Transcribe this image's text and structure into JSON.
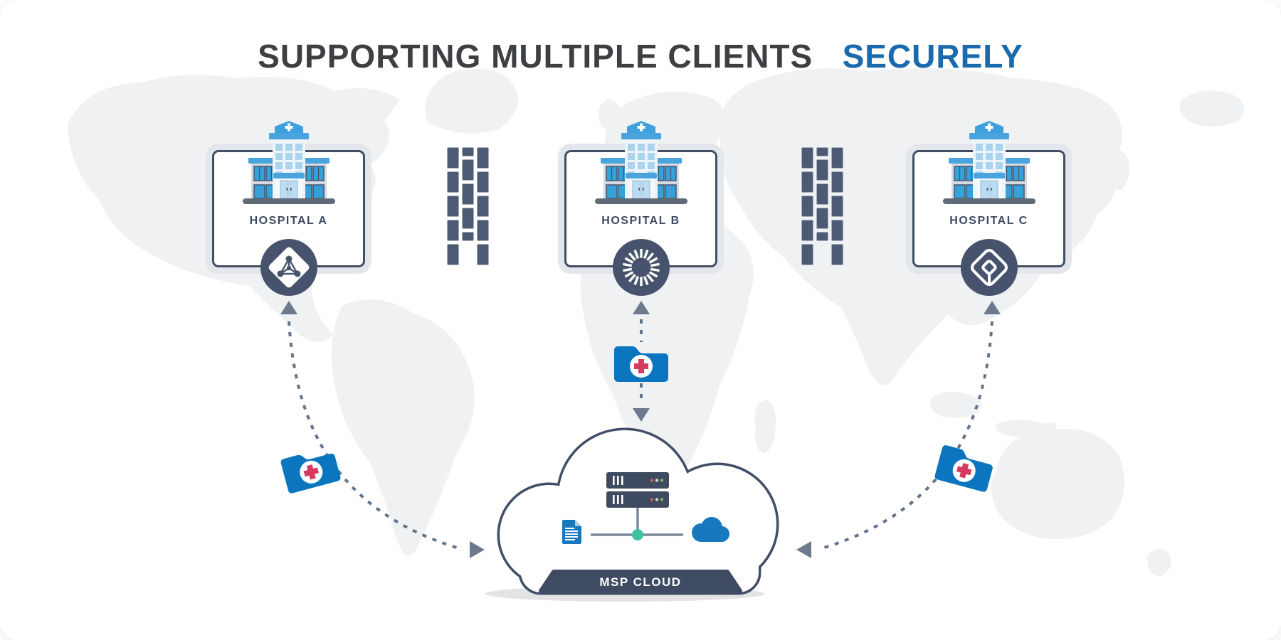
{
  "title": {
    "main": "SUPPORTING MULTIPLE CLIENTS",
    "highlight": "SECURELY"
  },
  "hospitals": [
    {
      "label": "HOSPITAL A",
      "badge_icon": "directory-network-icon"
    },
    {
      "label": "HOSPITAL B",
      "badge_icon": "sunburst-icon"
    },
    {
      "label": "HOSPITAL C",
      "badge_icon": "square-spiral-icon"
    }
  ],
  "firewalls": [
    {
      "name": "firewall-left"
    },
    {
      "name": "firewall-right"
    }
  ],
  "folders": [
    {
      "name": "medical-data-folder-left",
      "icon": "medical-cross-folder-icon"
    },
    {
      "name": "medical-data-folder-middle",
      "icon": "medical-cross-folder-icon"
    },
    {
      "name": "medical-data-folder-right",
      "icon": "medical-cross-folder-icon"
    }
  ],
  "msp_cloud": {
    "label": "MSP CLOUD",
    "icons": [
      "server-rack-icon",
      "document-icon",
      "cloud-icon",
      "network-junction-icon"
    ]
  },
  "colors": {
    "title_dark": "#3d3f42",
    "title_accent": "#1a6aad",
    "card_border_navy": "#414e66",
    "card_backing_gray": "#e3e6ea",
    "brick_slate": "#4d5a74",
    "badge_navy": "#47536d",
    "arrow_gray": "#6b7a8c",
    "dash_gray": "#63748a",
    "folder_blue": "#0b76bf",
    "cross_red": "#d63a5f",
    "building_blue": "#49a4dd",
    "doc_blue": "#1878be",
    "junction_teal": "#3fc2a0",
    "map_gray": "#f0f1f3",
    "banner_navy": "#3f4b63"
  }
}
